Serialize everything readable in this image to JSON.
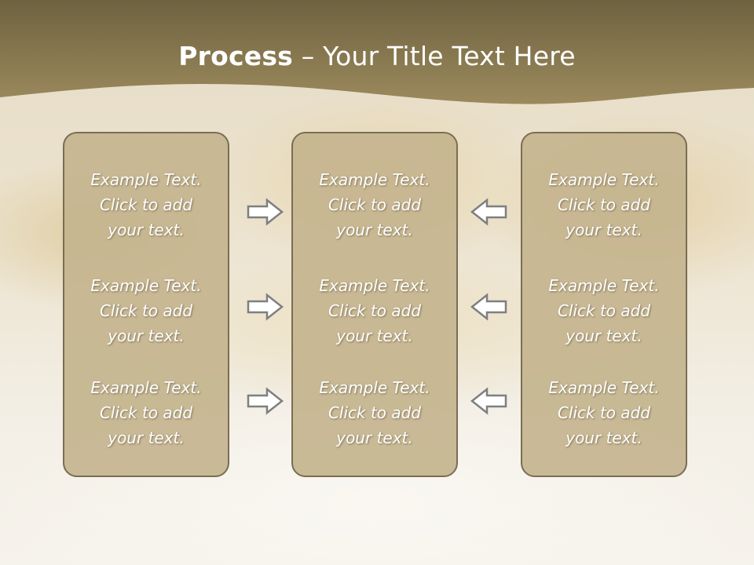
{
  "slide": {
    "title_bold": "Process",
    "title_rest": " – Your Title Text Here"
  },
  "columns": [
    {
      "blocks": [
        "Example Text.\nClick  to add\nyour text.",
        "Example Text.\nClick  to add\nyour text.",
        "Example Text.\nClick  to add\nyour text."
      ]
    },
    {
      "blocks": [
        "Example Text.\nClick  to add\nyour text.",
        "Example Text.\nClick  to add\nyour text.",
        "Example Text.\nClick  to add\nyour text."
      ]
    },
    {
      "blocks": [
        "Example Text.\nClick  to add\nyour text.",
        "Example Text.\nClick  to add\nyour text.",
        "Example Text.\nClick  to add\nyour text."
      ]
    }
  ],
  "arrows": {
    "left": "right-arrow-icon",
    "right": "left-arrow-icon"
  },
  "colors": {
    "header": "#8b7a52",
    "panel_fill": "#c4b48e",
    "panel_border": "#7a6d55",
    "text": "#ffffff",
    "arrow_fill": "#ffffff",
    "arrow_stroke": "#7f7f7f"
  }
}
